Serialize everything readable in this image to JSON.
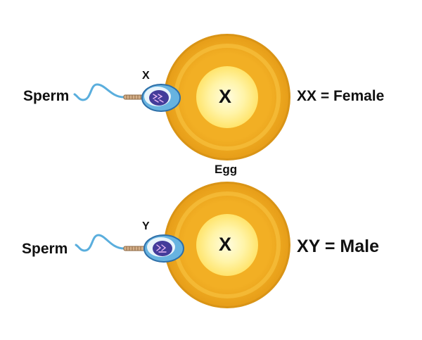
{
  "top": {
    "sperm_label": "Sperm",
    "sperm_chromosome": "X",
    "egg_chromosome": "X",
    "egg_label": "Egg",
    "result": "XX = Female"
  },
  "bottom": {
    "sperm_label": "Sperm",
    "sperm_chromosome": "Y",
    "egg_chromosome": "X",
    "result": "XY = Male"
  },
  "colors": {
    "egg_outer": "#EFA81E",
    "egg_ring": "#F6BC38",
    "egg_rim": "#D99416",
    "egg_inner_center": "#FFFCE0",
    "egg_inner_edge": "#FFE879",
    "sperm_head_outer": "#67B3E0",
    "sperm_head_rim": "#2E6FA8",
    "sperm_nucleus": "#433C9A",
    "sperm_tail": "#5AAEDD",
    "sperm_midpiece": "#C9A27A",
    "text": "#111111"
  }
}
